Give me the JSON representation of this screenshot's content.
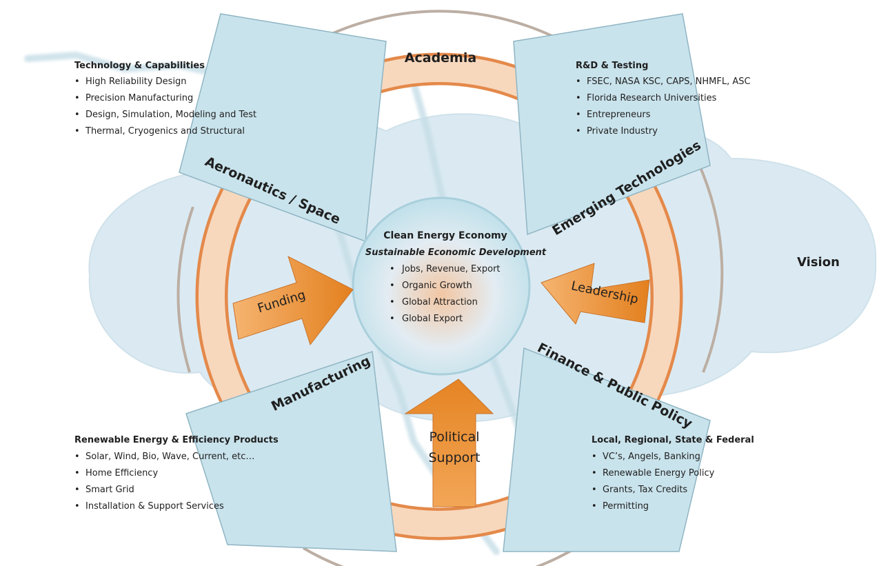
{
  "ring_label": "Academia",
  "segments": {
    "aero": "Aeronautics / Space",
    "emerging": "Emerging Technologies",
    "manufacturing": "Manufacturing",
    "finance": "Finance & Public Policy"
  },
  "arrows": {
    "left": "Funding",
    "right": "Leadership",
    "bottom_line1": "Political",
    "bottom_line2": "Support"
  },
  "side_label": "Vision",
  "center": {
    "title": "Clean Energy Economy",
    "subtitle": "Sustainable Economic Development",
    "items": [
      "Jobs, Revenue, Export",
      "Organic Growth",
      "Global Attraction",
      "Global Export"
    ]
  },
  "panels": {
    "tech": {
      "title": "Technology & Capabilities",
      "items": [
        "High Reliability Design",
        "Precision Manufacturing",
        "Design, Simulation, Modeling and Test",
        "Thermal, Cryogenics and Structural"
      ]
    },
    "rnd": {
      "title": "R&D & Testing",
      "items": [
        "FSEC, NASA KSC, CAPS, NHMFL, ASC",
        "Florida Research Universities",
        "Entrepreneurs",
        "Private Industry"
      ]
    },
    "renew": {
      "title": "Renewable Energy & Efficiency Products",
      "items": [
        "Solar, Wind, Bio, Wave, Current, etc…",
        "Home Efficiency",
        "Smart Grid",
        "Installation & Support Services"
      ]
    },
    "policy": {
      "title": "Local, Regional, State & Federal",
      "items": [
        "VC’s, Angels, Banking",
        "Renewable Energy Policy",
        "Grants, Tax Credits",
        "Permitting"
      ]
    }
  },
  "colors": {
    "ring": "#f6d5b6",
    "ring_edge": "#e08a4a",
    "wedge": "#c9e3ec",
    "cloud": "#d9eaf2",
    "arrow": "#ef9a45",
    "outer_arc": "#b9aba0"
  }
}
